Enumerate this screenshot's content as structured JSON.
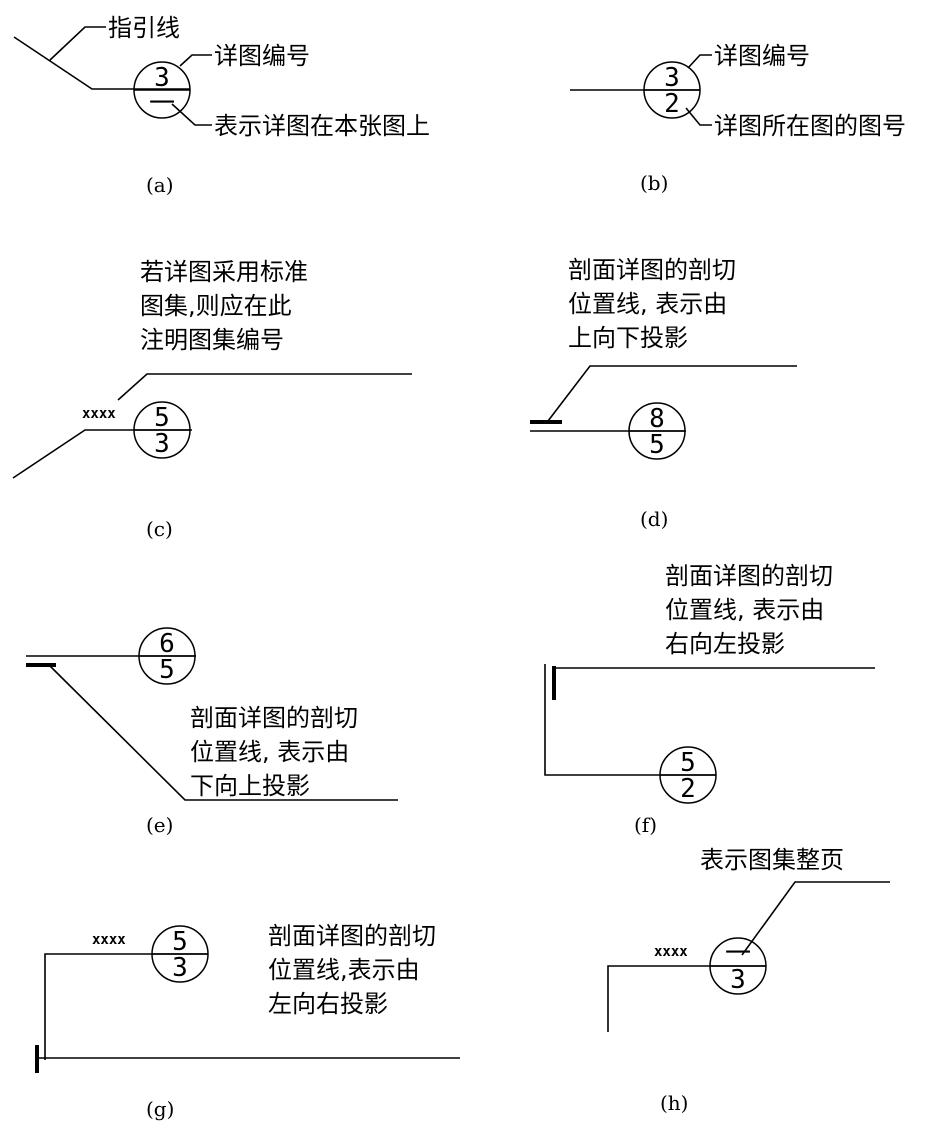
{
  "colors": {
    "ink": "#000000",
    "background": "#ffffff"
  },
  "a": {
    "caption": "(a)",
    "leader_label": "指引线",
    "top_label": "详图编号",
    "bottom_label": "表示详图在本张图上",
    "top_num": "3",
    "bottom_num": "一"
  },
  "b": {
    "caption": "(b)",
    "top_label": "详图编号",
    "bottom_label": "详图所在图的图号",
    "top_num": "3",
    "bottom_num": "2"
  },
  "c": {
    "caption": "(c)",
    "lines": [
      "若详图采用标准",
      "图集,则应在此",
      "注明图集编号"
    ],
    "atlas": "xxxx",
    "top_num": "5",
    "bottom_num": "3"
  },
  "d": {
    "caption": "(d)",
    "lines": [
      "剖面详图的剖切",
      "位置线, 表示由",
      "上向下投影"
    ],
    "top_num": "8",
    "bottom_num": "5"
  },
  "e": {
    "caption": "(e)",
    "lines": [
      "剖面详图的剖切",
      "位置线, 表示由",
      "下向上投影"
    ],
    "top_num": "6",
    "bottom_num": "5"
  },
  "f": {
    "caption": "(f)",
    "lines": [
      "剖面详图的剖切",
      "位置线, 表示由",
      "右向左投影"
    ],
    "top_num": "5",
    "bottom_num": "2"
  },
  "g": {
    "caption": "(g)",
    "lines": [
      "剖面详图的剖切",
      "位置线,表示由",
      "左向右投影"
    ],
    "atlas": "xxxx",
    "top_num": "5",
    "bottom_num": "3"
  },
  "h": {
    "caption": "(h)",
    "label": "表示图集整页",
    "atlas": "xxxx",
    "top_num": "一",
    "bottom_num": "3"
  }
}
